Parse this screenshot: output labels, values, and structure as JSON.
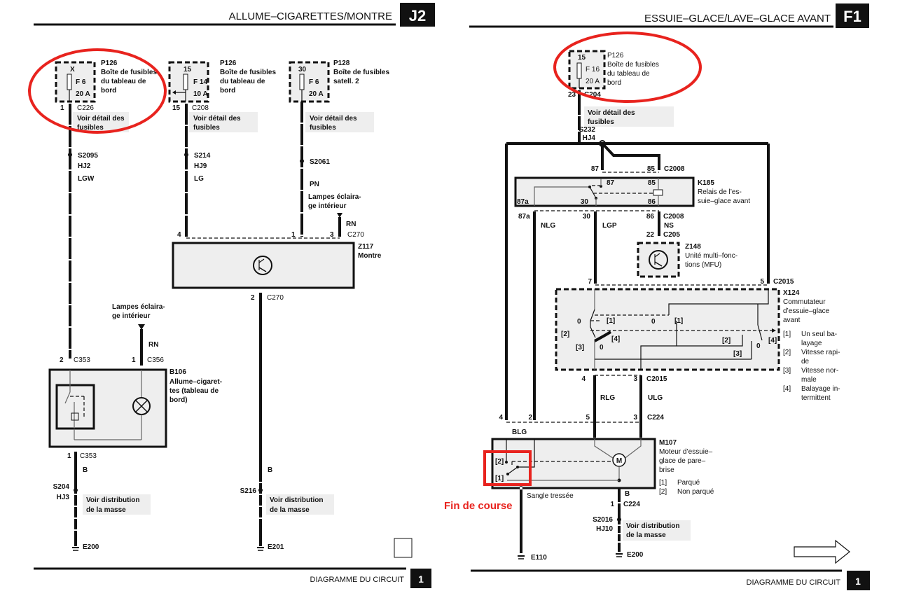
{
  "colors": {
    "annotation_red": "#e8231e",
    "box_fill": "#eeeeee",
    "ink": "#111111"
  },
  "left_page": {
    "title": "ALLUME–CIGARETTES/MONTRE",
    "badge": "J2",
    "footer": "DIAGRAMME DU CIRCUIT",
    "page_number": "1",
    "fuses": [
      {
        "pin_top": "X",
        "fuse": "F 6",
        "rating": "20 A",
        "ref": "P126",
        "desc": [
          "Boîte de fusibles",
          "du tableau de",
          "bord"
        ],
        "pin": "1",
        "connector": "C226",
        "note": [
          "Voir détail des",
          "fusibles"
        ],
        "splice": "S2095",
        "harness": "HJ2",
        "wire": "LGW"
      },
      {
        "pin_top": "15",
        "fuse": "F 14",
        "rating": "10 A",
        "ref": "P126",
        "desc": [
          "Boîte de fusibles",
          "du tableau de",
          "bord"
        ],
        "pin": "15",
        "connector": "C208",
        "note": [
          "Voir détail des",
          "fusibles"
        ],
        "splice": "S214",
        "harness": "HJ9",
        "wire": "LG"
      },
      {
        "pin_top": "30",
        "fuse": "F 6",
        "rating": "20 A",
        "ref": "P128",
        "desc": [
          "Boîte de fusibles",
          "satell. 2"
        ],
        "note": [
          "Voir détail des",
          "fusibles"
        ],
        "splice": "S2061",
        "wire": "PN"
      }
    ],
    "lamp_ref_1": [
      "Lampes éclaira-",
      "ge intérieur"
    ],
    "wire_rn_1": "RN",
    "clock": {
      "pins": [
        "4",
        "1",
        "3"
      ],
      "connector": "C270",
      "ref": "Z117",
      "name": "Montre",
      "bottom_pin": "2",
      "bottom_connector": "C270"
    },
    "lamp_ref_2": [
      "Lampes éclaira-",
      "ge intérieur"
    ],
    "wire_rn_2": "RN",
    "lighter": {
      "pin_a": "2",
      "conn_a": "C353",
      "pin_b": "1",
      "conn_b": "C356",
      "ref": "B106",
      "name": [
        "Allume–cigaret-",
        "tes (tableau de",
        "bord)"
      ],
      "bottom_pin": "1",
      "bottom_connector": "C353"
    },
    "ground_left": {
      "wire": "B",
      "splice": "S204",
      "harness": "HJ3",
      "note": [
        "Voir distribution",
        "de la masse"
      ],
      "ground": "E200"
    },
    "ground_right": {
      "wire": "B",
      "splice": "S216",
      "note": [
        "Voir distribution",
        "de la masse"
      ],
      "ground": "E201"
    }
  },
  "right_page": {
    "title": "ESSUIE–GLACE/LAVE–GLACE AVANT",
    "badge": "F1",
    "footer": "DIAGRAMME DU CIRCUIT",
    "page_number": "1",
    "fuse": {
      "pin_top": "15",
      "fuse": "F 16",
      "rating": "20 A",
      "ref": "P126",
      "desc": [
        "Boîte de fusibles",
        "du tableau de",
        "bord"
      ],
      "pin": "23",
      "connector": "C204",
      "note": [
        "Voir détail des",
        "fusibles"
      ],
      "splice": "S232",
      "harness": "HJ4"
    },
    "relay": {
      "pins_top": [
        "87",
        "85"
      ],
      "connector_top": "C2008",
      "inner": [
        "87",
        "85",
        "87a",
        "30",
        "86"
      ],
      "ref": "K185",
      "name": [
        "Relais de l’es-",
        "suie–glace avant"
      ],
      "pins_bottom": [
        "87a",
        "30",
        "86"
      ],
      "connector_bottom": "C2008",
      "wires": [
        "NLG",
        "LGP",
        "NS"
      ]
    },
    "mfu": {
      "pin": "22",
      "connector": "C205",
      "ref": "Z148",
      "name": [
        "Unité multi–fonc-",
        "tions (MFU)"
      ]
    },
    "switch": {
      "pins_top": [
        "7",
        "5"
      ],
      "connector_top": "C2015",
      "ref": "X124",
      "name": [
        "Commutateur",
        "d’essuie–glace",
        "avant"
      ],
      "positions": [
        "0",
        "[1]",
        "0",
        "[1]",
        "[2]",
        "[3]",
        "0",
        "[4]",
        "[2]",
        "[3]",
        "0",
        "[4]"
      ],
      "legend": [
        {
          "k": "[1]",
          "v": [
            "Un seul ba-",
            "layage"
          ]
        },
        {
          "k": "[2]",
          "v": [
            "Vitesse rapi-",
            "de"
          ]
        },
        {
          "k": "[3]",
          "v": [
            "Vitesse nor-",
            "male"
          ]
        },
        {
          "k": "[4]",
          "v": [
            "Balayage in-",
            "termittent"
          ]
        }
      ],
      "pins_bottom": [
        "4",
        "3"
      ],
      "connector_bottom": "C2015",
      "wires": [
        "RLG",
        "ULG"
      ]
    },
    "motor": {
      "pins": [
        "4",
        "2",
        "5",
        "3"
      ],
      "connector": "C224",
      "wire": "BLG",
      "ref": "M107",
      "name": [
        "Moteur d’essuie–",
        "glace de pare–",
        "brise"
      ],
      "symbol": "M",
      "positions": [
        "[2]",
        "[1]"
      ],
      "legend": [
        {
          "k": "[1]",
          "v": "Parqué"
        },
        {
          "k": "[2]",
          "v": "Non parqué"
        }
      ],
      "strap": "Sangle tressée",
      "bottom_wire": "B",
      "bottom_pin": "1",
      "bottom_connector": "C224"
    },
    "annotation": "Fin de course",
    "ground_left": {
      "ground": "E110"
    },
    "ground_right": {
      "splice": "S2016",
      "harness": "HJ10",
      "note": [
        "Voir distribution",
        "de la masse"
      ],
      "ground": "E200"
    }
  }
}
